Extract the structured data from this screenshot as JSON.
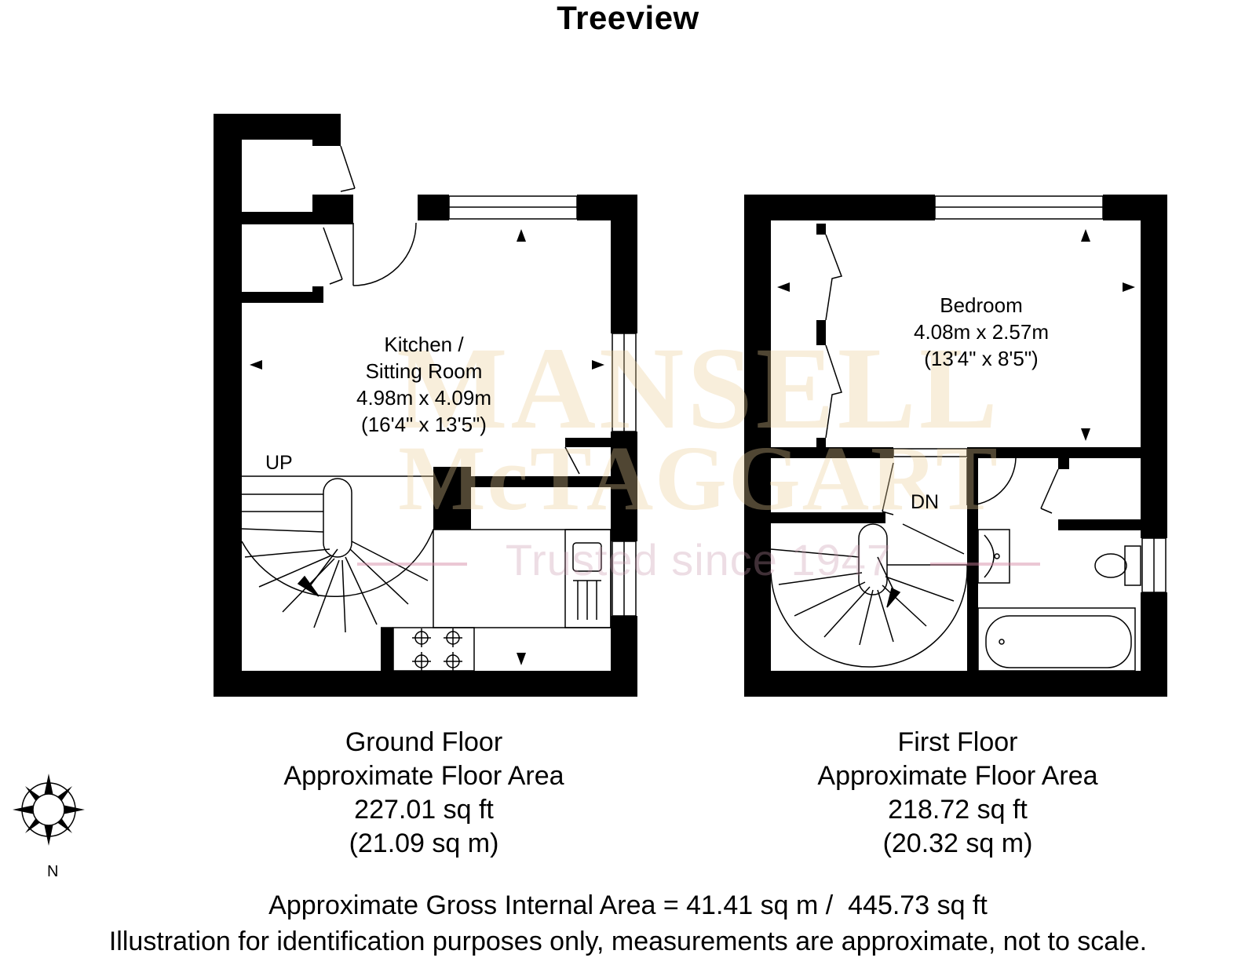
{
  "title": "Treeview",
  "rooms": {
    "kitchen": {
      "name_line1": "Kitchen /",
      "name_line2": "Sitting Room",
      "metric": "4.98m x 4.09m",
      "imperial": "(16'4\" x 13'5\")"
    },
    "bedroom": {
      "name": "Bedroom",
      "metric": "4.08m x 2.57m",
      "imperial": "(13'4\" x 8'5\")"
    }
  },
  "stairs": {
    "up": "UP",
    "down": "DN"
  },
  "floors": {
    "ground": {
      "name": "Ground Floor",
      "label": "Approximate Floor Area",
      "sq_ft": "227.01 sq ft",
      "sq_m": "(21.09 sq m)"
    },
    "first": {
      "name": "First Floor",
      "label": "Approximate Floor Area",
      "sq_ft": "218.72 sq ft",
      "sq_m": "(20.32 sq m)"
    }
  },
  "gross_area": "Approximate Gross Internal Area = 41.41 sq m /  445.73 sq ft",
  "disclaimer": "Illustration for identification purposes only, measurements are approximate, not to scale.",
  "compass": {
    "north": "N"
  },
  "watermark": {
    "line1": "MANSELL",
    "line2": "McTAGGART",
    "line3": "Trusted since 1947"
  },
  "colors": {
    "wall": "#000000",
    "background": "#ffffff",
    "watermark_gold": "#eacd96",
    "watermark_pink": "#d282a0"
  }
}
